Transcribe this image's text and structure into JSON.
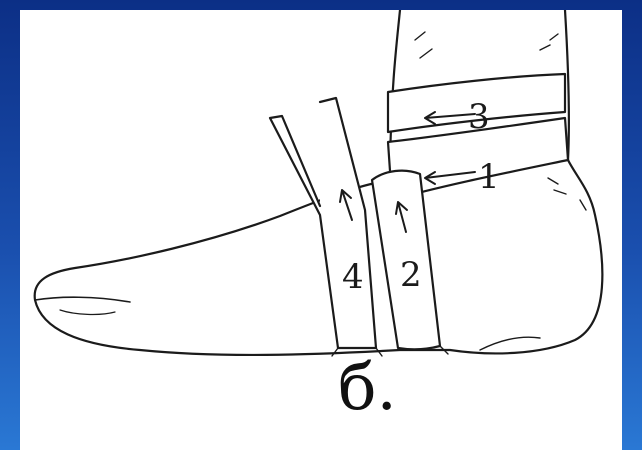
{
  "figure": {
    "caption": "б.",
    "bandage_labels": [
      "1",
      "2",
      "3",
      "4"
    ]
  },
  "colors": {
    "background_top": "#0c2f86",
    "background_bottom": "#2a78d4",
    "panel": "#ffffff",
    "ink": "#1b1b1b"
  }
}
